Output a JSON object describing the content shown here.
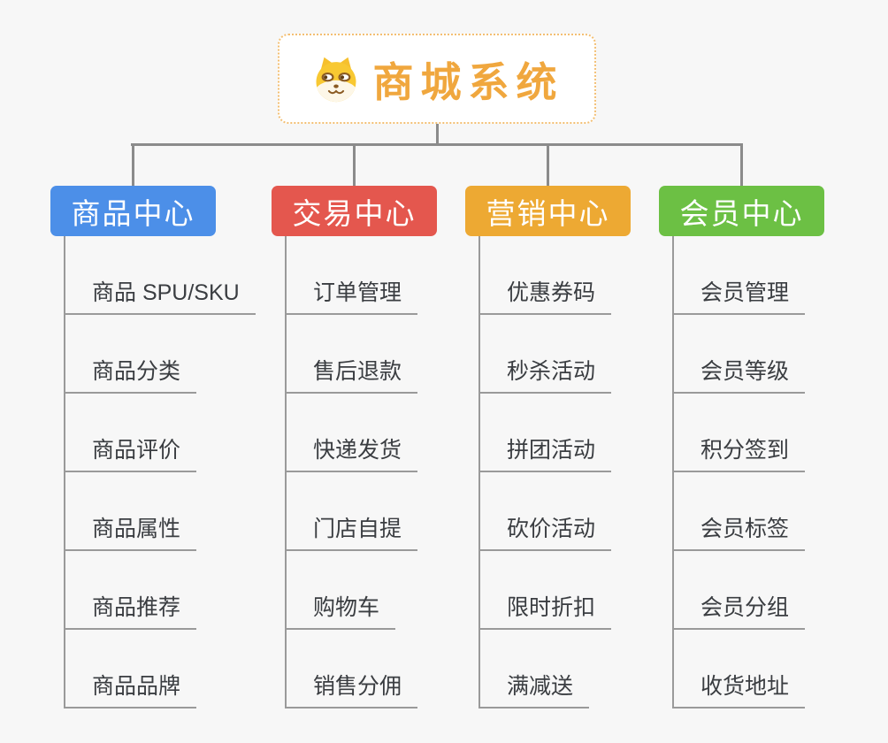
{
  "root": {
    "title": "商城系统",
    "icon": "dog-face-icon"
  },
  "branches": [
    {
      "label": "商品中心",
      "color": "#4C8FE8",
      "items": [
        "商品 SPU/SKU",
        "商品分类",
        "商品评价",
        "商品属性",
        "商品推荐",
        "商品品牌"
      ]
    },
    {
      "label": "交易中心",
      "color": "#E4574E",
      "items": [
        "订单管理",
        "售后退款",
        "快递发货",
        "门店自提",
        "购物车",
        "销售分佣"
      ]
    },
    {
      "label": "营销中心",
      "color": "#EDA933",
      "items": [
        "优惠券码",
        "秒杀活动",
        "拼团活动",
        "砍价活动",
        "限时折扣",
        "满减送"
      ]
    },
    {
      "label": "会员中心",
      "color": "#6CC044",
      "items": [
        "会员管理",
        "会员等级",
        "积分签到",
        "会员标签",
        "会员分组",
        "收货地址"
      ]
    }
  ],
  "colors": {
    "background": "#f7f7f7",
    "root_text": "#F0A73E",
    "root_border": "#F3BF73",
    "connector": "#8b8b8b",
    "leaf_line": "#9a9a9a",
    "leaf_text": "#3a3d41",
    "branch_text": "#ffffff"
  }
}
